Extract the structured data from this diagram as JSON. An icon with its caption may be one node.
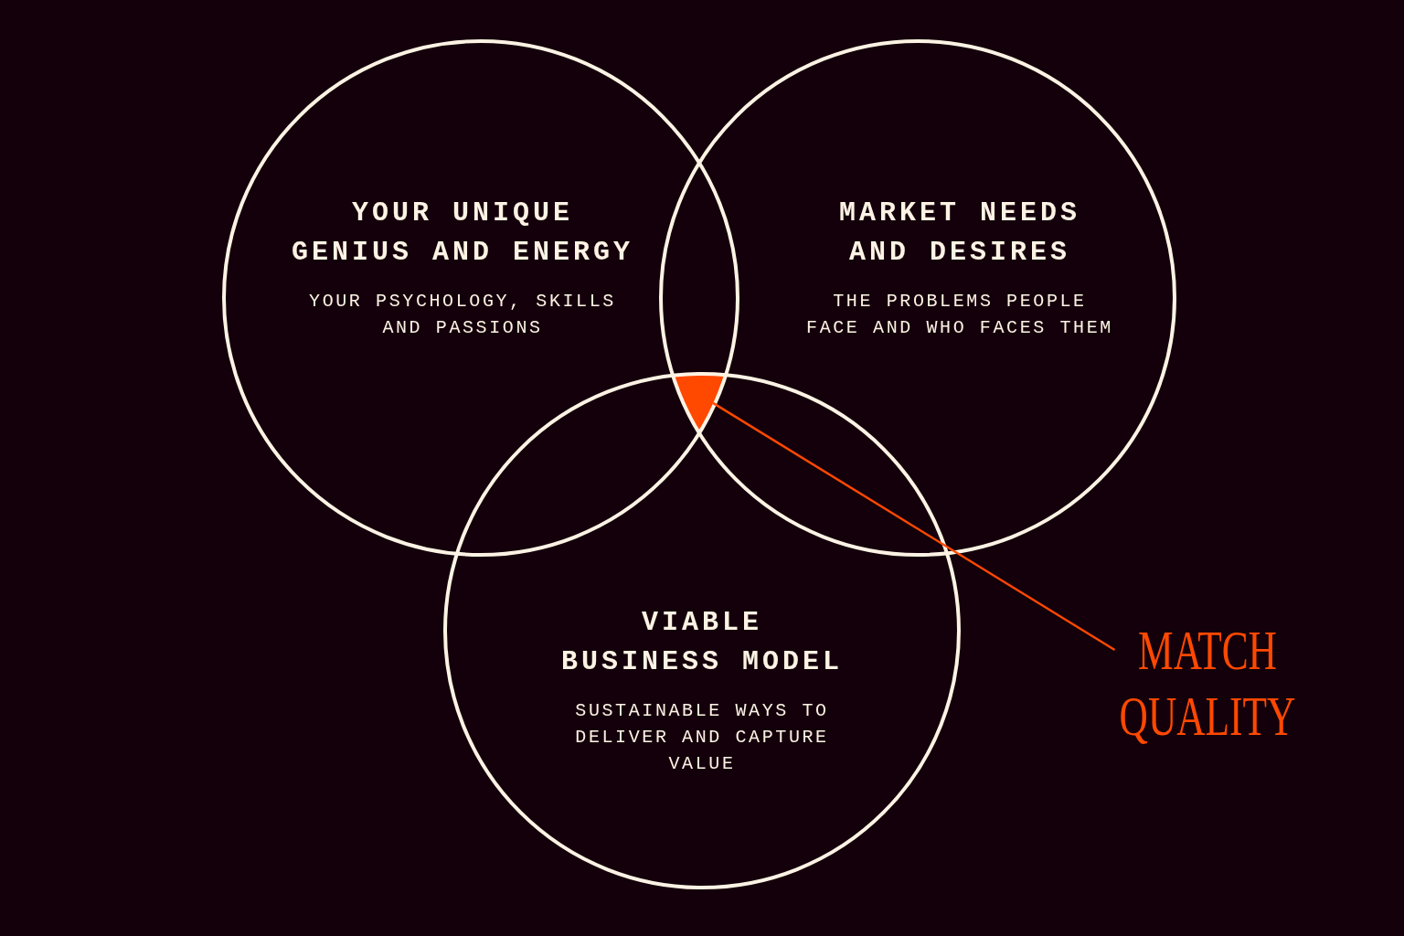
{
  "diagram": {
    "nodes": [
      {
        "text": [
          "YOUR UNIQUE GENIUS AND ENERGY",
          "YOUR PSYCHOLOGY, SKILLS AND PASSIONS"
        ]
      },
      {
        "text": [
          "MARKET NEEDS AND DESIRES",
          "THE PROBLEMS PEOPLE FACE AND WHO FACES THEM"
        ]
      },
      {
        "text": [
          "VIABLE BUSINESS MODEL",
          "SUSTAINABLE WAYS TO DELIVER AND CAPTURE VALUE"
        ]
      },
      {
        "text": [],
        "shape": "triangle"
      },
      {
        "text": [
          "MATCH QUALITY"
        ]
      }
    ],
    "edges": [
      {
        "from": 4,
        "to": 3,
        "arrow": "none",
        "color": "#ff4800"
      }
    ]
  }
}
